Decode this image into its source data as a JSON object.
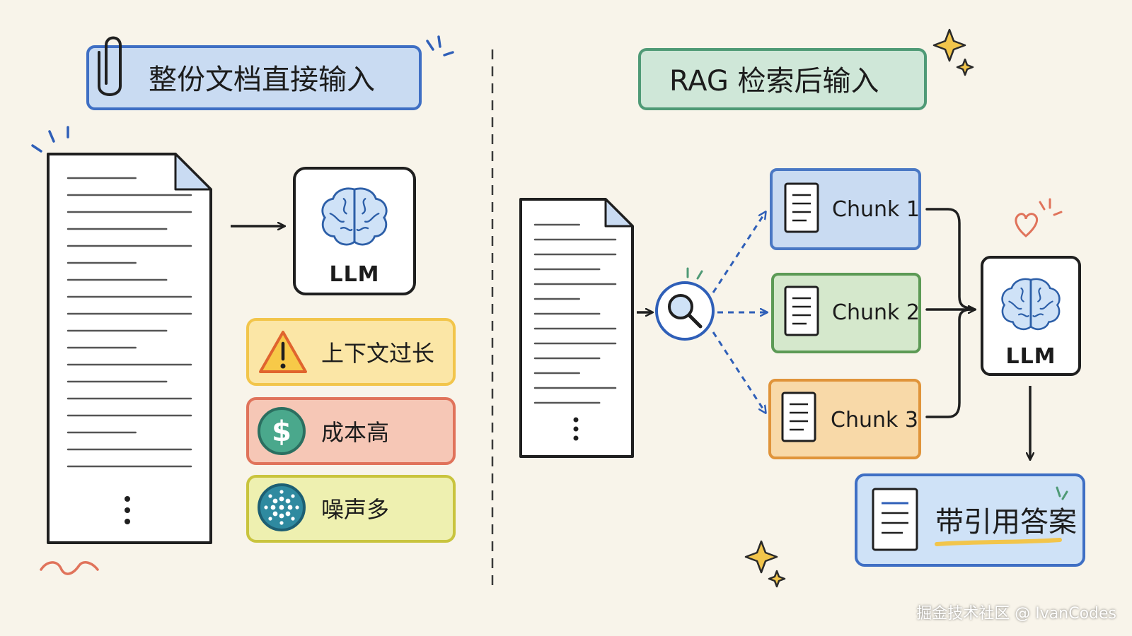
{
  "left": {
    "title": "整份文档直接输入",
    "llm_label": "LLM",
    "issues": [
      {
        "label": "上下文过长",
        "icon": "warning-icon"
      },
      {
        "label": "成本高",
        "icon": "dollar-coin-icon"
      },
      {
        "label": "噪声多",
        "icon": "noise-dots-icon"
      }
    ]
  },
  "right": {
    "title": "RAG 检索后输入",
    "chunks": [
      {
        "label": "Chunk 1",
        "color": "#4a78c4"
      },
      {
        "label": "Chunk 2",
        "color": "#5c9a55"
      },
      {
        "label": "Chunk 3",
        "color": "#e0943a"
      }
    ],
    "llm_label": "LLM",
    "answer_label": "带引用答案"
  },
  "watermark": "掘金技术社区 @ IvanCodes",
  "colors": {
    "blue": "#3f6fc4",
    "green": "#4f9a76",
    "yellow": "#f2c54b",
    "red": "#e0735b",
    "ink": "#1f1f1f",
    "paper": "#f8f4ea"
  }
}
